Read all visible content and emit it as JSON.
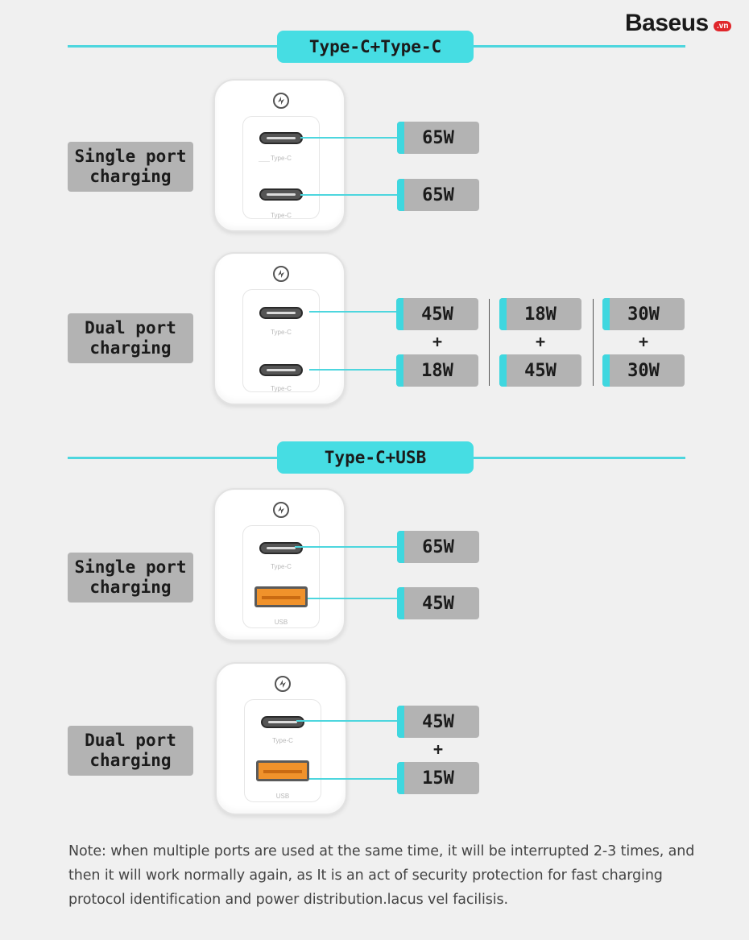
{
  "brand": {
    "name": "Baseus",
    "badge": ".vn",
    "badge_color": "#e0262b"
  },
  "accent_color": "#46dde3",
  "sections": [
    {
      "title": "Type-C+Type-C",
      "single": {
        "label_line1": "Single port",
        "label_line2": "charging",
        "port_labels": [
          "Type-C",
          "Type-C"
        ],
        "outputs": [
          "65W",
          "65W"
        ]
      },
      "dual": {
        "label_line1": "Dual port",
        "label_line2": "charging",
        "port_labels": [
          "Type-C",
          "Type-C"
        ],
        "combos": [
          {
            "top": "45W",
            "plus": "+",
            "bottom": "18W"
          },
          {
            "top": "18W",
            "plus": "+",
            "bottom": "45W"
          },
          {
            "top": "30W",
            "plus": "+",
            "bottom": "30W"
          }
        ]
      }
    },
    {
      "title": "Type-C+USB",
      "single": {
        "label_line1": "Single port",
        "label_line2": "charging",
        "port_labels": [
          "Type-C",
          "USB"
        ],
        "outputs": [
          "65W",
          "45W"
        ]
      },
      "dual": {
        "label_line1": "Dual port",
        "label_line2": "charging",
        "port_labels": [
          "Type-C",
          "USB"
        ],
        "combos": [
          {
            "top": "45W",
            "plus": "+",
            "bottom": "15W"
          }
        ]
      }
    }
  ],
  "note": "Note: when multiple ports are used at the same time, it will be interrupted 2-3 times, and then it will work normally again, as It is an act of security protection for fast charging protocol identification and power distribution.lacus vel facilisis."
}
